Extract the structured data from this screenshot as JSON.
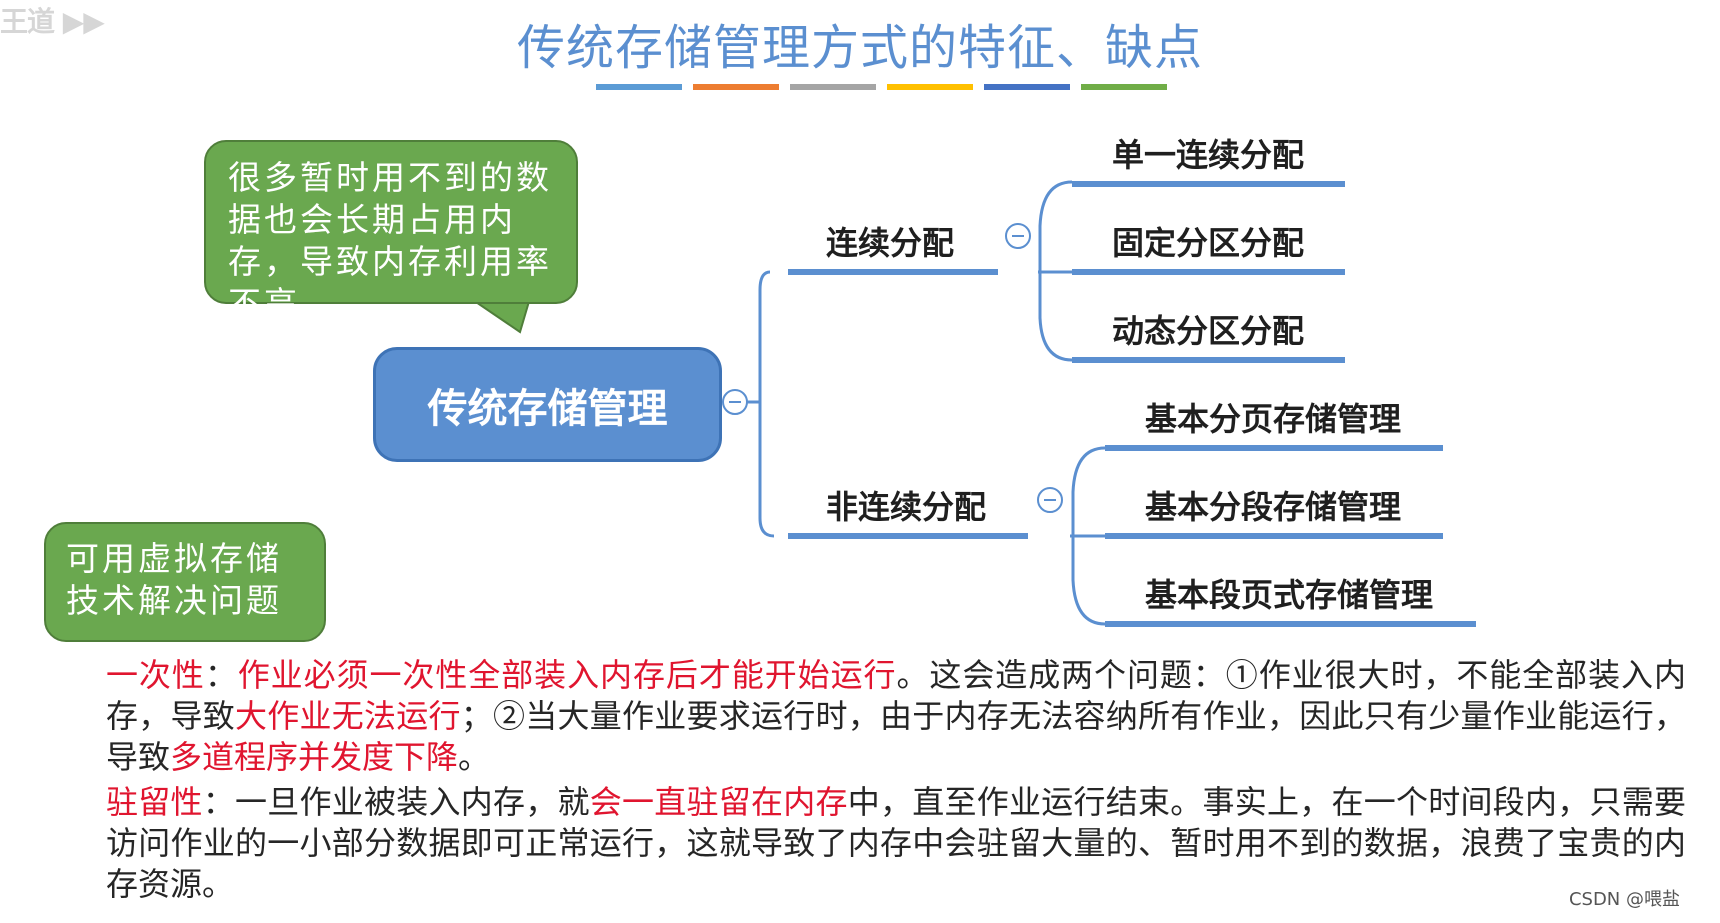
{
  "title": "传统存储管理方式的特征、缺点",
  "title_underline_colors": [
    "#5b9bd5",
    "#ed7d31",
    "#a5a5a5",
    "#ffc000",
    "#4472c4",
    "#70ad47"
  ],
  "mindmap": {
    "root": "传统存储管理",
    "branches": [
      {
        "label": "连续分配",
        "children": [
          "单一连续分配",
          "固定分区分配",
          "动态分区分配"
        ]
      },
      {
        "label": "非连续分配",
        "children": [
          "基本分页存储管理",
          "基本分段存储管理",
          "基本段页式存储管理"
        ]
      }
    ]
  },
  "callouts": [
    "很多暂时用不到的数据也会长期占用内存，导致内存利用率不高",
    "可用虚拟存储技术解决问题"
  ],
  "paragraphs": [
    [
      {
        "t": "一次性",
        "red": true
      },
      {
        "t": "：",
        "red": false
      },
      {
        "t": "作业必须一次性全部装入内存后才能开始运行",
        "red": true
      },
      {
        "t": "。这会造成两个问题：①作业很大时，不能全部装入内存，导致",
        "red": false
      },
      {
        "t": "大作业无法运行",
        "red": true
      },
      {
        "t": "；②当大量作业要求运行时，由于内存无法容纳所有作业，因此只有少量作业能运行，导致",
        "red": false
      },
      {
        "t": "多道程序并发度下降",
        "red": true
      },
      {
        "t": "。",
        "red": false
      }
    ],
    [
      {
        "t": "驻留性",
        "red": true
      },
      {
        "t": "：一旦作业被装入内存，就",
        "red": false
      },
      {
        "t": "会一直驻留在内存",
        "red": true
      },
      {
        "t": "中，直至作业运行结束。事实上，在一个时间段内，只需要访问作业的一小部分数据即可正常运行，这就导致了内存中会驻留大量的、暂时用不到的数据，浪费了宝贵的内存资源。",
        "red": false
      }
    ]
  ],
  "watermark": "CSDN @喂盐",
  "logo_text": "王道 ▶▶"
}
